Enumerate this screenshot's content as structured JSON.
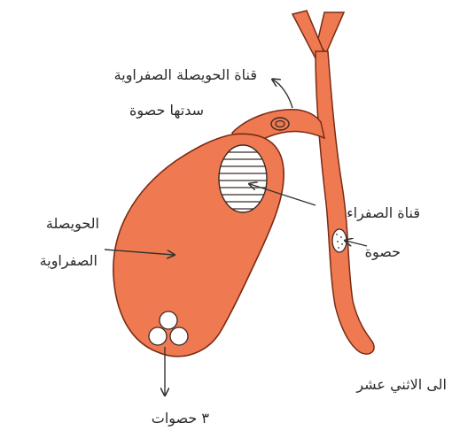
{
  "diagram": {
    "labels": {
      "cystic_duct_line1": "قناة الحويصلة الصفراوية",
      "cystic_duct_line2": "سدتها حصوة",
      "gallbladder_line1": "الحويصلة",
      "gallbladder_line2": "الصفراوية",
      "bile_duct": "قناة الصفراء",
      "stone": "حصوة",
      "duodenum": "الى الاثني عشر",
      "three_stones": "٣ حصوات"
    },
    "colors": {
      "organ_fill": "#ef7a52",
      "organ_stroke": "#7a2a14",
      "stone_fill": "#ffffff",
      "hatch": "#3a2a24",
      "arrow": "#333333"
    }
  }
}
